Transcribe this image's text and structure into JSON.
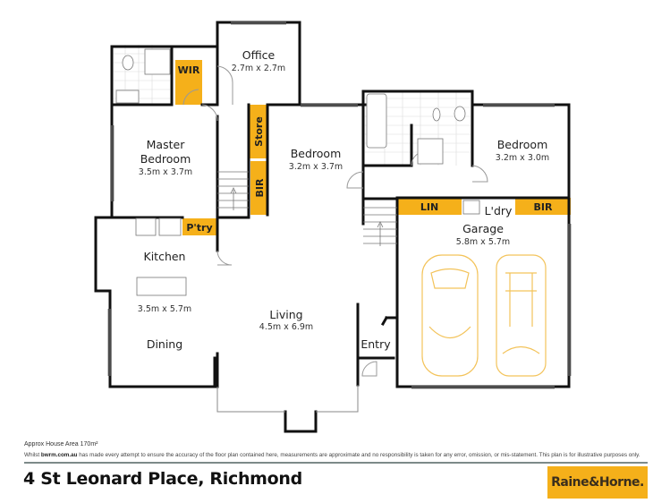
{
  "colors": {
    "accent": "#f5b01a",
    "wall": "#111111",
    "car_outline": "#f3c35a",
    "divider": "#7d8a89"
  },
  "rooms": [
    {
      "name": "Office",
      "dims": "2.7m x 2.7m"
    },
    {
      "name_line1": "Master",
      "name_line2": "Bedroom",
      "dims": "3.5m x 3.7m"
    },
    {
      "name": "Bedroom",
      "dims": "3.2m x 3.7m"
    },
    {
      "name": "Bedroom",
      "dims": "3.2m x 3.0m"
    },
    {
      "name": "Kitchen",
      "dims": "3.5m x 5.7m"
    },
    {
      "name": "Dining"
    },
    {
      "name": "Living",
      "dims": "4.5m x 6.9m"
    },
    {
      "name": "Entry"
    },
    {
      "name": "Garage",
      "dims": "5.8m x 5.7m"
    },
    {
      "name": "L'dry"
    }
  ],
  "storage_labels": {
    "wir": "WIR",
    "store": "Store",
    "bir_hall": "BIR",
    "pantry": "P'try",
    "linen": "LIN",
    "bir_bed": "BIR"
  },
  "footer": {
    "area_label": "Approx House Area 170m²",
    "disclaimer_prefix": "Whilst ",
    "disclaimer_site": "bwrm.com.au",
    "disclaimer_text": " has made every attempt to ensure the accuracy of the floor plan contained here, measurements are approximate and no responsibility is taken for any error, omission, or mis-statement. This plan is for illustrative purposes only.",
    "address": "4 St Leonard Place, Richmond",
    "logo_text": "Raine&Horne."
  }
}
